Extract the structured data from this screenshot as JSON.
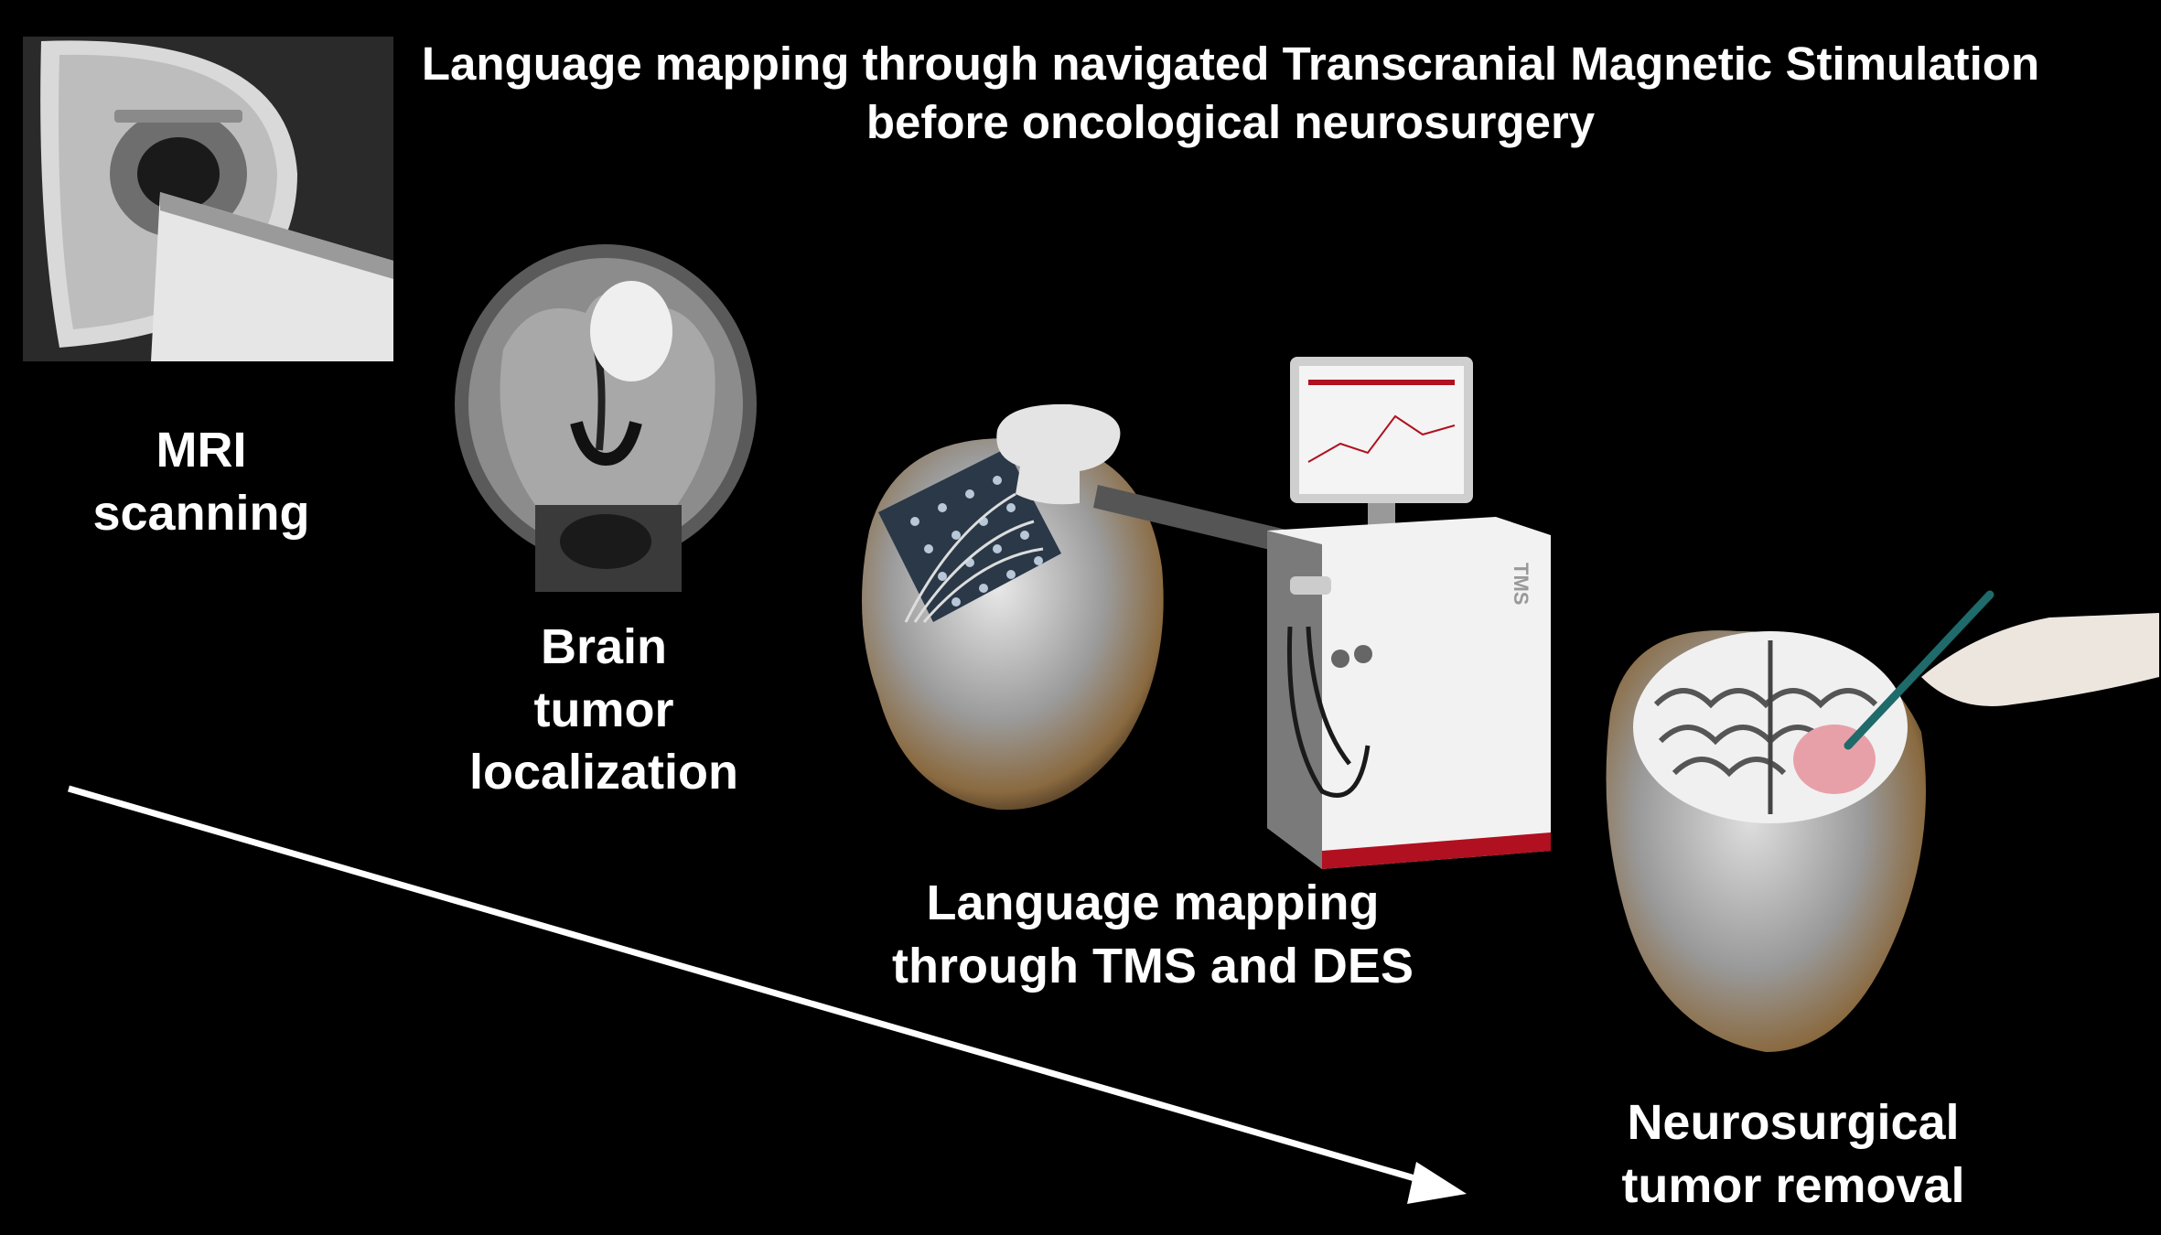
{
  "title": {
    "line1": "Language mapping through navigated Transcranial Magnetic Stimulation",
    "line2": "before oncological neurosurgery"
  },
  "steps": {
    "mri": {
      "line1": "MRI",
      "line2": "scanning"
    },
    "localization": {
      "line1": "Brain",
      "line2": "tumor",
      "line3": "localization"
    },
    "mapping": {
      "line1": "Language mapping",
      "line2": "through TMS and DES"
    },
    "removal": {
      "line1": "Neurosurgical",
      "line2": "tumor removal"
    }
  },
  "device": {
    "brand_text": "TMS"
  },
  "colors": {
    "background": "#000000",
    "text": "#ffffff",
    "arrow": "#ffffff",
    "tumor_highlight": "#e8a0a8",
    "device_accent": "#b01020"
  }
}
